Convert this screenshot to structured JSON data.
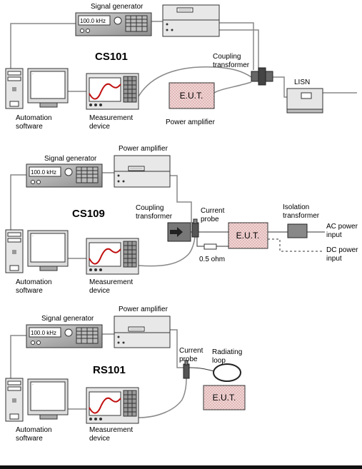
{
  "diagrams": [
    {
      "title": "CS101",
      "signal_generator": {
        "label": "Signal generator",
        "display": "100.0 kHz"
      },
      "coupling_transformer": "Coupling\ntransformer",
      "lisn": "LISN",
      "eut": "E.U.T.",
      "power_amplifier": "Power amplifier",
      "automation": "Automation\nsoftware",
      "measurement": "Measurement\ndevice"
    },
    {
      "title": "CS109",
      "signal_generator": {
        "label": "Signal generator",
        "display": "100.0 kHz"
      },
      "power_amplifier": "Power amplifier",
      "coupling_transformer": "Coupling\ntransformer",
      "current_probe": "Current\nprobe",
      "eut": "E.U.T.",
      "isolation_transformer": "Isolation\ntransformer",
      "ac_power": "AC power\ninput",
      "dc_power": "DC power\ninput",
      "resistor": "0.5 ohm",
      "automation": "Automation\nsoftware",
      "measurement": "Measurement\ndevice"
    },
    {
      "title": "RS101",
      "signal_generator": {
        "label": "Signal generator",
        "display": "100.0 kHz"
      },
      "power_amplifier": "Power amplifier",
      "current_probe": "Current\nprobe",
      "radiating_loop": "Radiating\nloop",
      "eut": "E.U.T.",
      "automation": "Automation\nsoftware",
      "measurement": "Measurement\ndevice"
    }
  ]
}
